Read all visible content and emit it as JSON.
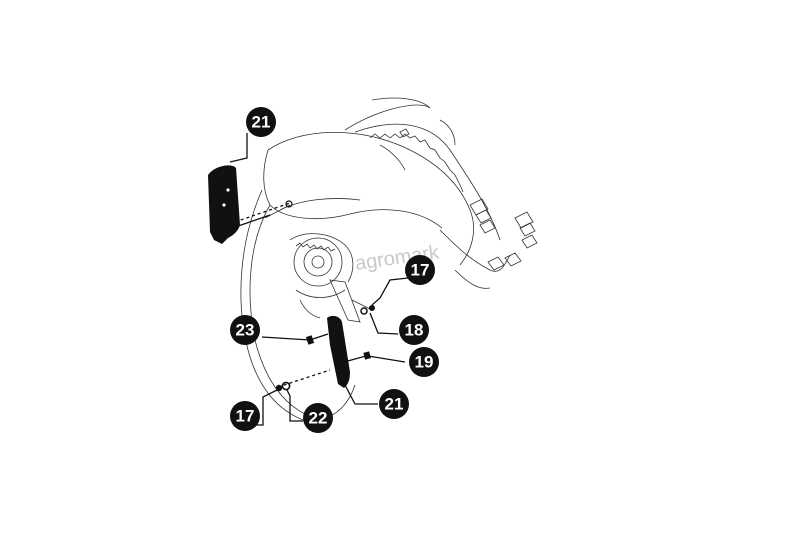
{
  "callouts": [
    {
      "id": "c21a",
      "label": "21"
    },
    {
      "id": "c17a",
      "label": "17"
    },
    {
      "id": "c23",
      "label": "23"
    },
    {
      "id": "c18",
      "label": "18"
    },
    {
      "id": "c19",
      "label": "19"
    },
    {
      "id": "c21b",
      "label": "21"
    },
    {
      "id": "c17b",
      "label": "17"
    },
    {
      "id": "c22",
      "label": "22"
    }
  ],
  "watermark": "agromark",
  "colors": {
    "callout_fill": "#111111",
    "callout_text": "#ffffff",
    "line": "#111111",
    "watermark": "#9a9a9a"
  }
}
